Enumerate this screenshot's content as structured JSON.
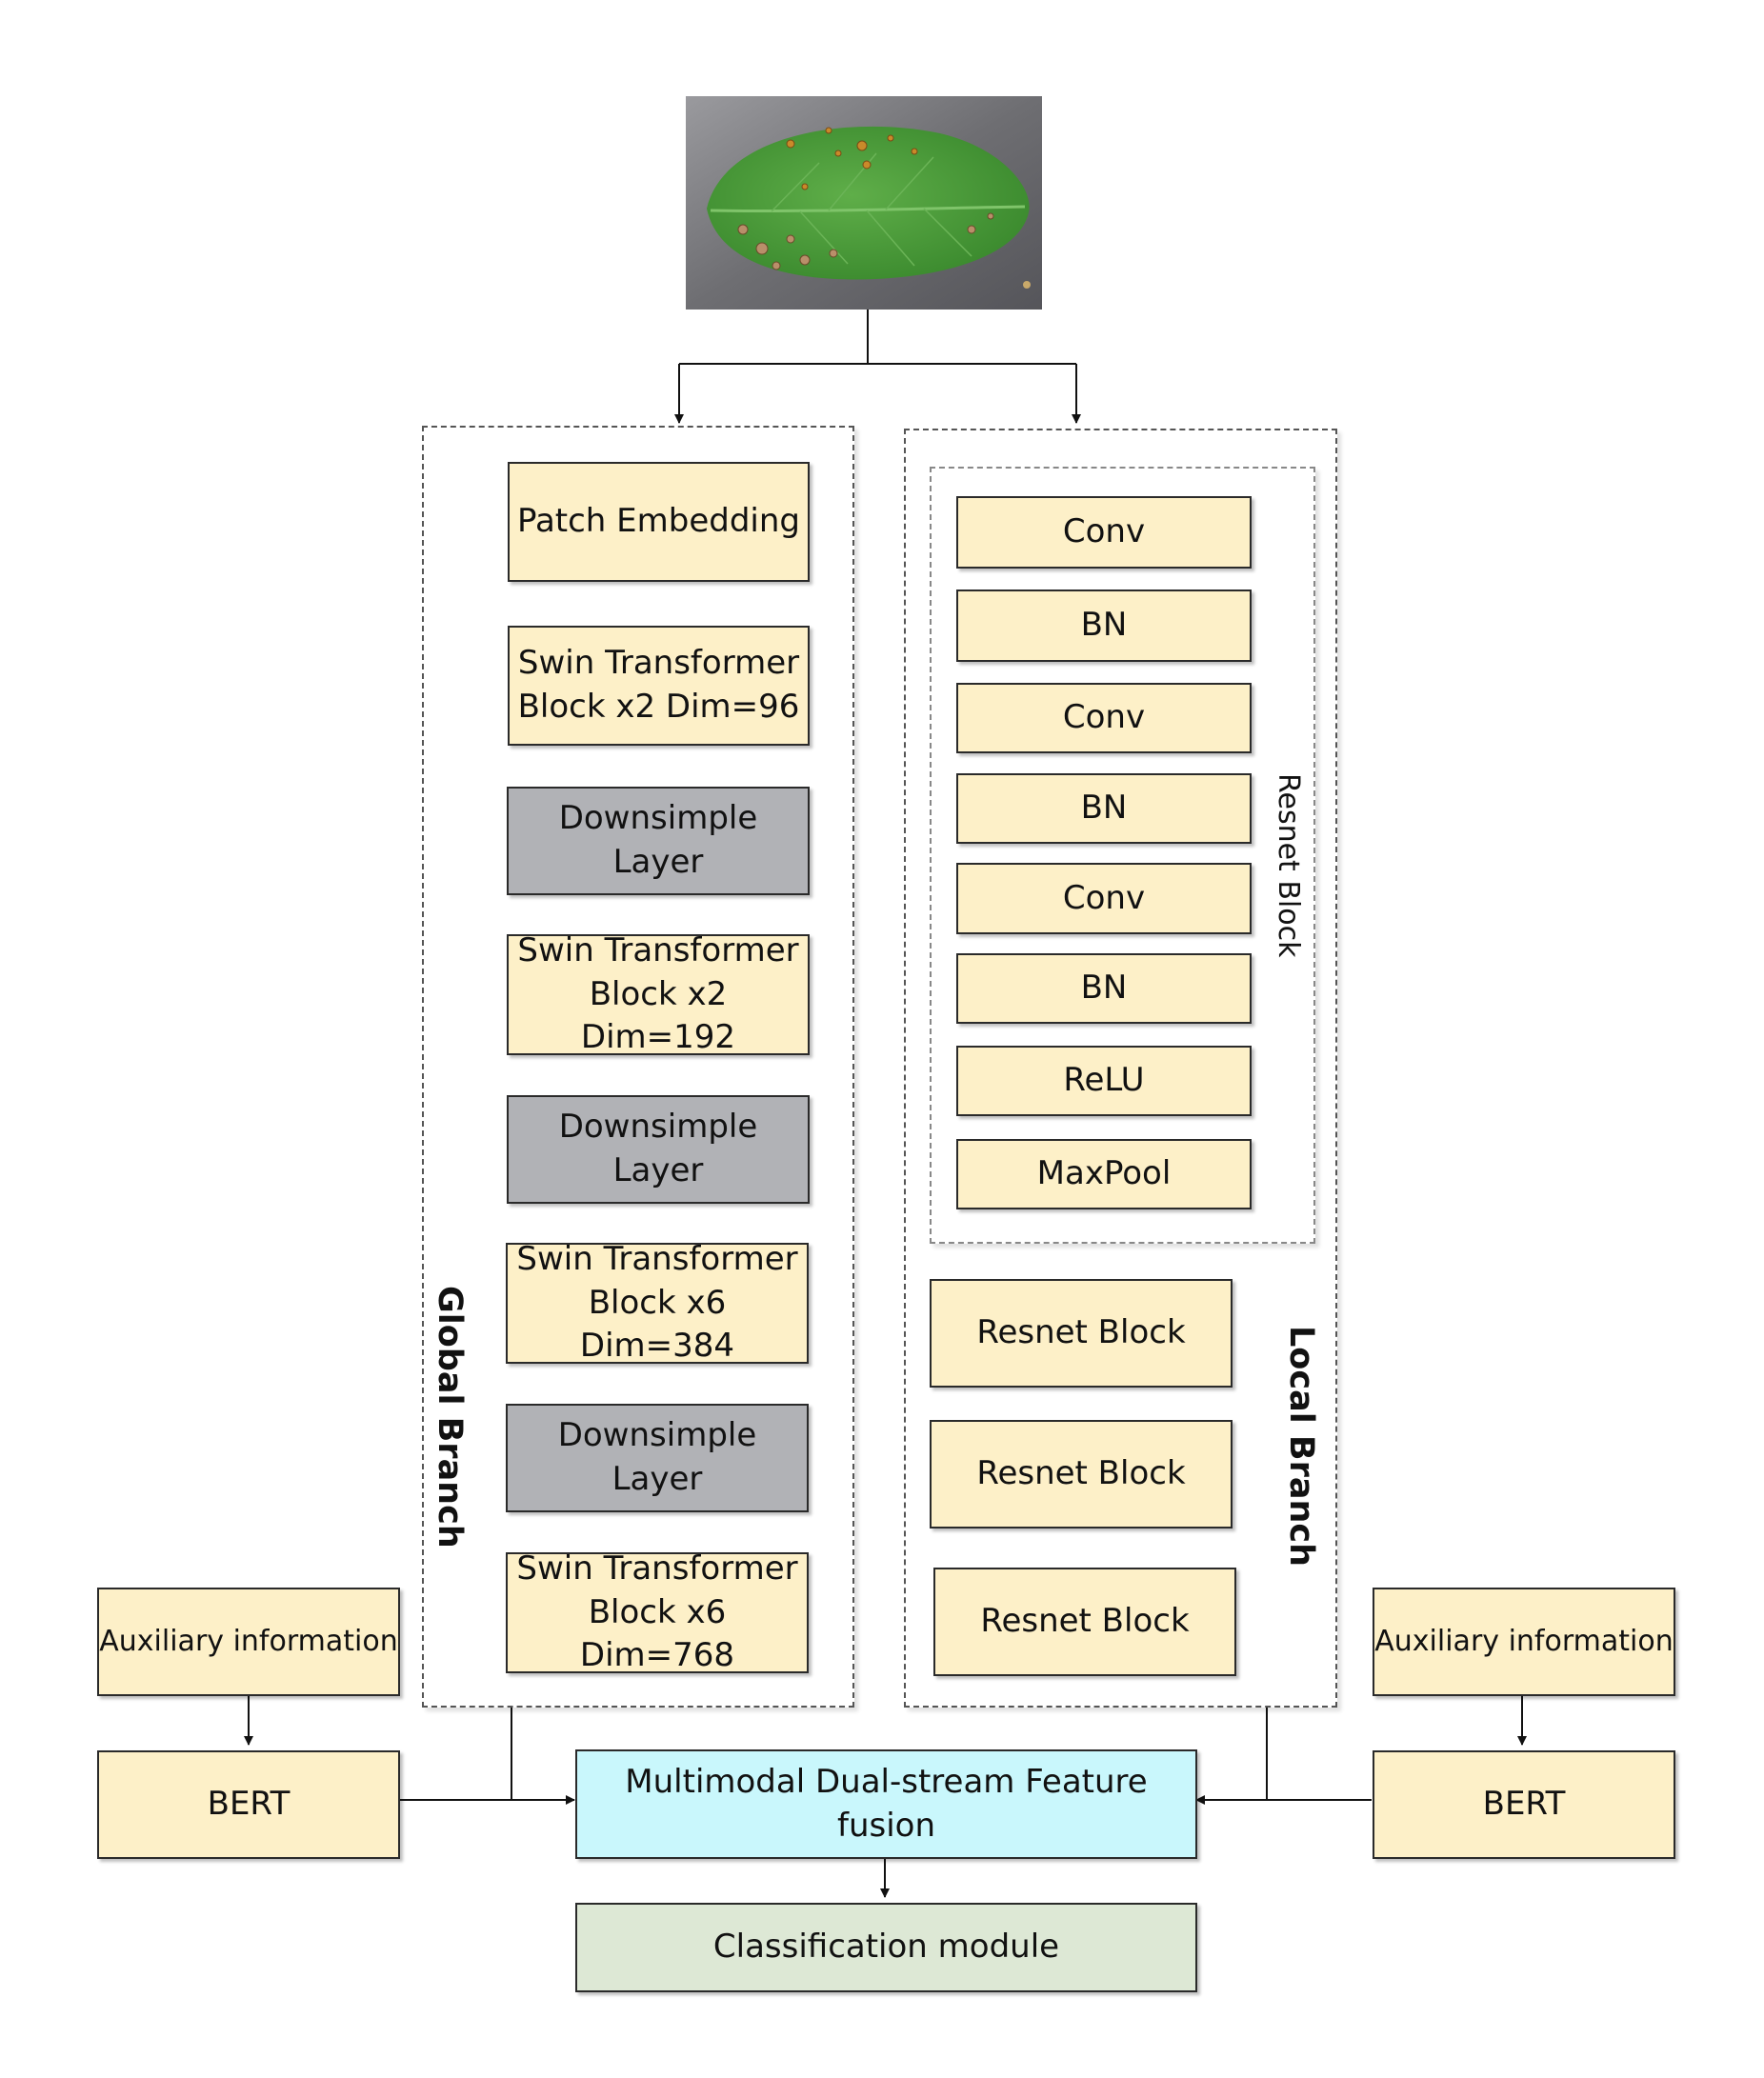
{
  "global_branch": {
    "label": "Global Branch",
    "blocks": [
      "Patch Embedding",
      "Swin Transformer Block x2 Dim=96",
      "Downsimple Layer",
      "Swin Transformer Block x2 Dim=192",
      "Downsimple Layer",
      "Swin Transformer Block x6 Dim=384",
      "Downsimple Layer",
      "Swin Transformer Block x6 Dim=768"
    ]
  },
  "local_branch": {
    "label": "Local Branch",
    "resnet_block_detail": {
      "label": "Resnet Block",
      "layers": [
        "Conv",
        "BN",
        "Conv",
        "BN",
        "Conv",
        "BN",
        "ReLU",
        "MaxPool"
      ]
    },
    "blocks": [
      "Resnet Block",
      "Resnet Block",
      "Resnet Block"
    ]
  },
  "left_text_path": {
    "aux": "Auxiliary information",
    "encoder": "BERT"
  },
  "right_text_path": {
    "aux": "Auxiliary information",
    "encoder": "BERT"
  },
  "fusion": "Multimodal Dual-stream Feature fusion",
  "classifier": "Classification module",
  "colors": {
    "block_fill": "#fdf0c8",
    "downsample_fill": "#b1b2b6",
    "fusion_fill": "#c9f7fc",
    "classifier_fill": "#dde8d5",
    "resnet_detail_fill": "#fbdfd3"
  }
}
